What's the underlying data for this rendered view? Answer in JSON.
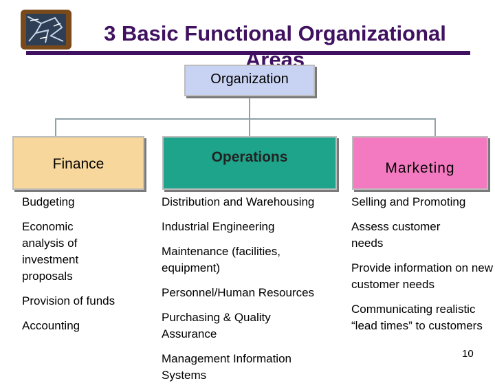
{
  "slide": {
    "title": "3 Basic Functional Organizational Areas",
    "page_number": "10"
  },
  "chart": {
    "root": "Organization",
    "nodes": [
      {
        "label": "Finance",
        "color": "#f7d79b"
      },
      {
        "label": "Operations",
        "color": "#1ea48a"
      },
      {
        "label": "Marketing",
        "color": "#f37ac0"
      }
    ]
  },
  "finance_items": [
    "Budgeting",
    "Economic analysis of investment proposals",
    "Provision of funds",
    "Accounting"
  ],
  "operations_items": [
    "Distribution and Warehousing",
    "Industrial Engineering",
    "Maintenance (facilities, equipment)",
    "Personnel/Human Resources",
    "Purchasing & Quality Assurance",
    "Management Information Systems"
  ],
  "marketing_items": [
    "Selling and Promoting",
    "Assess customer needs",
    "Provide information on new customer needs",
    "Communicating realistic “lead times” to customers"
  ],
  "colors": {
    "title": "#3f1160",
    "root_box": "#c8d2f2",
    "connector": "#8fa0a8"
  }
}
